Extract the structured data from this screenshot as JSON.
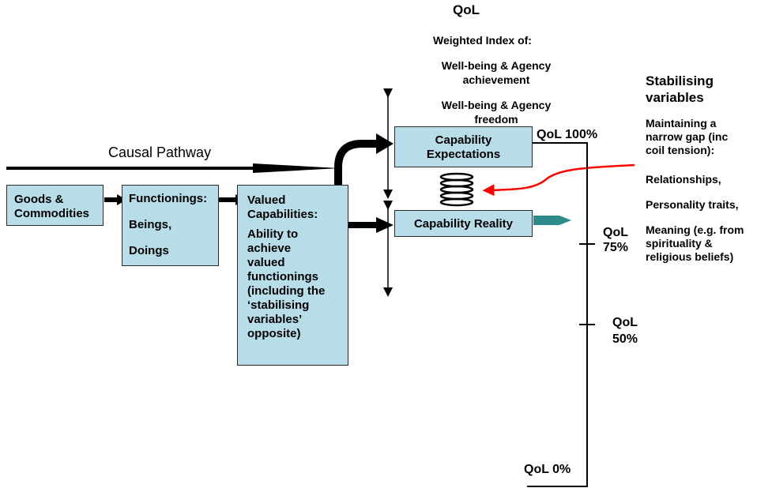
{
  "qol_header": {
    "title": "QoL",
    "weighted_index": "Weighted Index of:",
    "wellbeing_achievement_line1": "Well-being & Agency",
    "wellbeing_achievement_line2": "achievement",
    "wellbeing_freedom_line1": "Well-being & Agency",
    "wellbeing_freedom_line2": "freedom"
  },
  "causal_pathway_label": "Causal Pathway",
  "boxes": {
    "goods": {
      "line1": "Goods &",
      "line2": "Commodities"
    },
    "functionings": {
      "title": "Functionings:",
      "item1": "Beings,",
      "item2": "Doings"
    },
    "valued_capabilities": {
      "title_line1": "Valued",
      "title_line2": "Capabilities:",
      "desc": [
        "Ability to",
        "achieve",
        "valued",
        "functionings",
        "(including the",
        "‘stabilising",
        "variables’",
        "opposite)"
      ]
    },
    "capability_expectations": {
      "line1": "Capability",
      "line2": "Expectations"
    },
    "capability_reality": {
      "label": "Capability Reality"
    }
  },
  "qol_scale": {
    "q100": "QoL 100%",
    "q75_line1": "QoL",
    "q75_line2": "75%",
    "q50_line1": "QoL",
    "q50_line2": "50%",
    "q0": "QoL 0%"
  },
  "stabilising": {
    "title_line1": "Stabilising",
    "title_line2": "variables",
    "intro": [
      "Maintaining a",
      "narrow gap (inc",
      "coil tension):"
    ],
    "relationships": "Relationships,",
    "personality": "Personality traits,",
    "meaning": [
      "Meaning (e.g. from",
      "spirituality &",
      "religious beliefs)"
    ]
  },
  "colors": {
    "box_fill": "#b7dde8",
    "red_arrow": "#ff0000",
    "teal_pointer": "#2e8b8b"
  }
}
